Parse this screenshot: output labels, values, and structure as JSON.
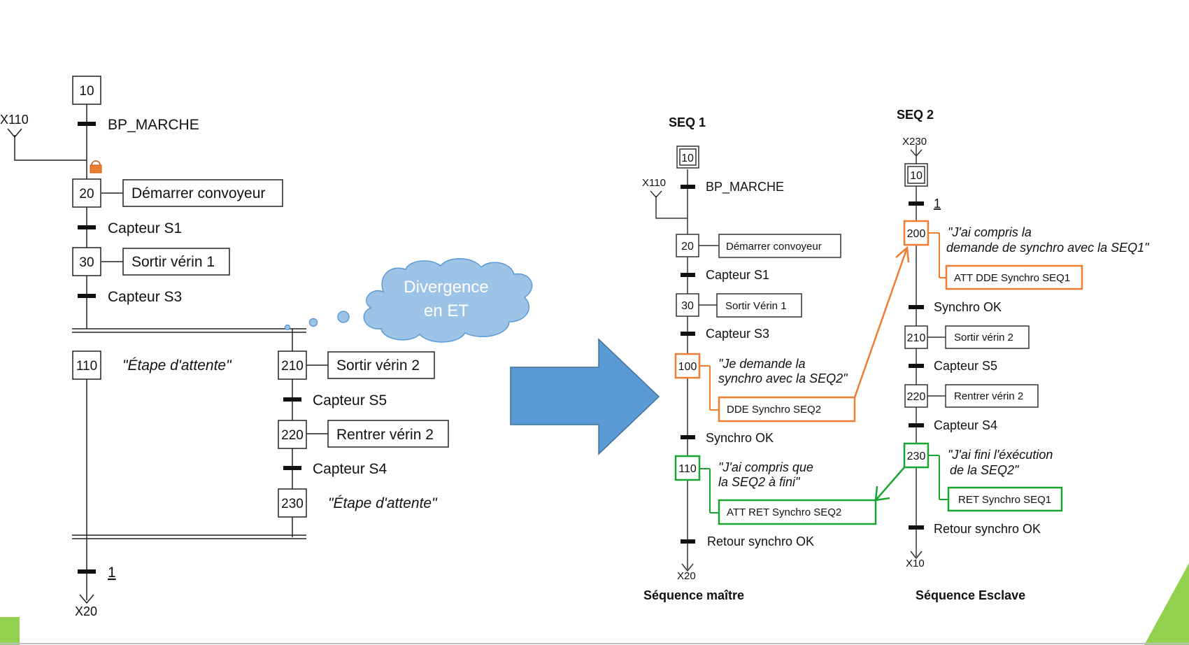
{
  "left": {
    "step_10": "10",
    "x110": "X110",
    "t_bp_marche": "BP_MARCHE",
    "step_20": "20",
    "action_20": "Démarrer convoyeur",
    "t_capteur_s1": "Capteur S1",
    "step_30": "30",
    "action_30": "Sortir vérin 1",
    "t_capteur_s3": "Capteur S3",
    "step_110": "110",
    "comment_110": "\"Étape d'attente\"",
    "step_210": "210",
    "action_210": "Sortir vérin 2",
    "t_capteur_s5": "Capteur S5",
    "step_220": "220",
    "action_220": "Rentrer vérin 2",
    "t_capteur_s4": "Capteur S4",
    "step_230": "230",
    "comment_230": "\"Étape d'attente\"",
    "t_final": "1",
    "x20": "X20"
  },
  "cloud": {
    "line1": "Divergence",
    "line2": "en ET"
  },
  "seq1": {
    "title": "SEQ 1",
    "step_10": "10",
    "x110": "X110",
    "t_bp_marche": "BP_MARCHE",
    "step_20": "20",
    "action_20": "Démarrer convoyeur",
    "t_capteur_s1": "Capteur S1",
    "step_30": "30",
    "action_30": "Sortir Vérin 1",
    "t_capteur_s3": "Capteur S3",
    "step_100": "100",
    "comment_100_l1": "\"Je demande la",
    "comment_100_l2": "synchro avec la SEQ2\"",
    "action_100": "DDE Synchro  SEQ2",
    "t_synchro_ok": "Synchro OK",
    "step_110": "110",
    "comment_110_l1": "\"J'ai compris que",
    "comment_110_l2": "la SEQ2 à fini\"",
    "action_110": "ATT RET Synchro  SEQ2",
    "t_retour": "Retour synchro OK",
    "x20": "X20",
    "caption": "Séquence maître"
  },
  "seq2": {
    "title": "SEQ 2",
    "x230": "X230",
    "step_10": "10",
    "t_1": "1",
    "step_200": "200",
    "comment_200_l1": "\"J'ai compris la",
    "comment_200_l2": "demande de synchro  avec la SEQ1\"",
    "action_200": "ATT DDE Synchro  SEQ1",
    "t_synchro_ok": "Synchro OK",
    "step_210": "210",
    "action_210": "Sortir vérin 2",
    "t_capteur_s5": "Capteur S5",
    "step_220": "220",
    "action_220": "Rentrer vérin 2",
    "t_capteur_s4": "Capteur S4",
    "step_230": "230",
    "comment_230_l1": "\"J'ai fini l'éxécution",
    "comment_230_l2": "de la SEQ2\"",
    "action_230": "RET Synchro  SEQ1",
    "t_retour": "Retour synchro OK",
    "x10": "X10",
    "caption": "Séquence Esclave"
  },
  "colors": {
    "orange": "#ed7d31",
    "green": "#1aa531",
    "arrow_blue": "#5b9bd5",
    "cloud_blue": "#9dc3e6",
    "accent_green": "#92d050"
  }
}
